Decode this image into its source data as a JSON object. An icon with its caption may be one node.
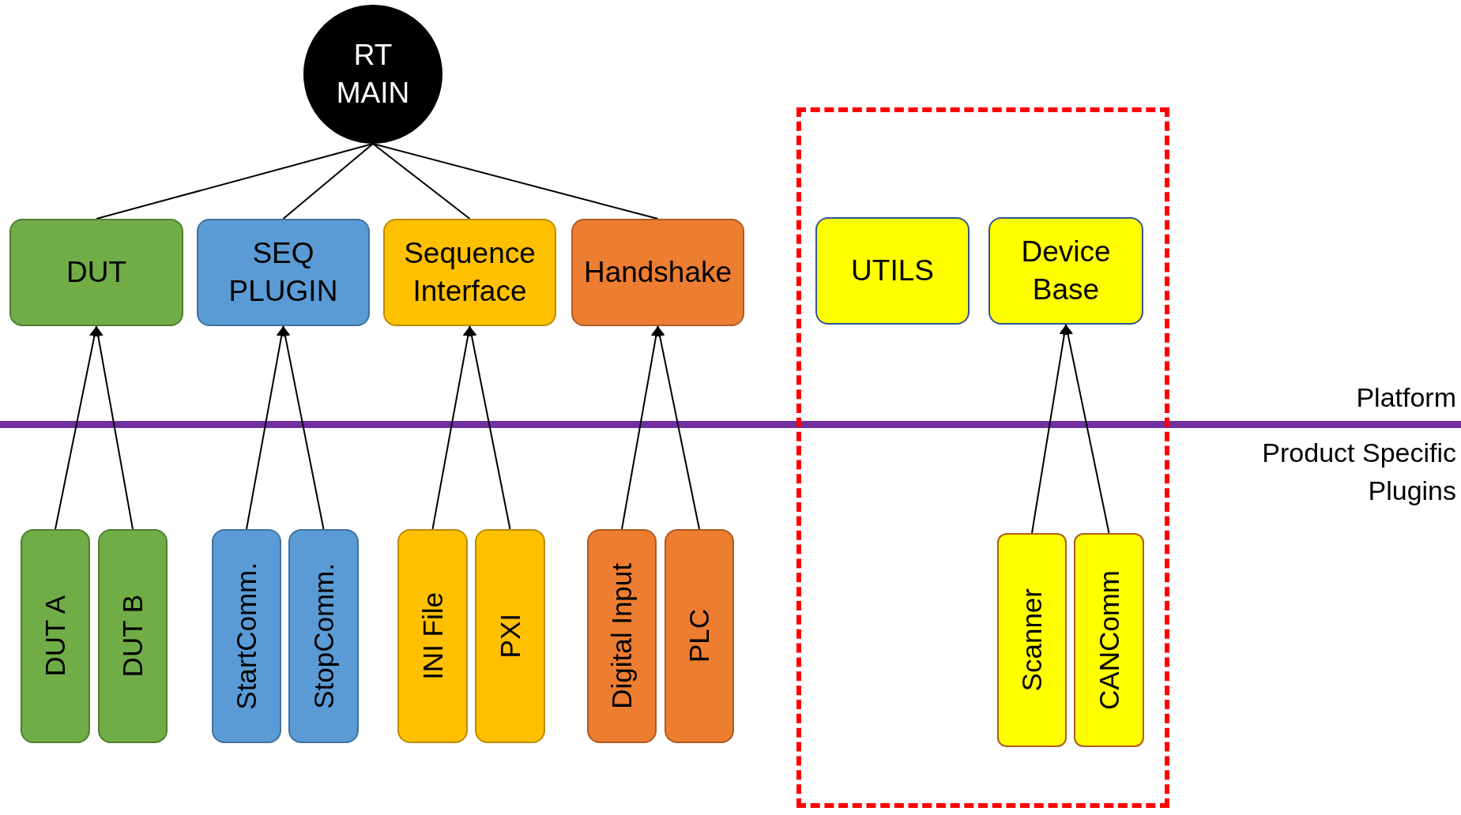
{
  "diagram": {
    "nodes": [
      {
        "text": [
          "RT MAIN"
        ]
      },
      {
        "text": [
          "DUT"
        ]
      },
      {
        "text": [
          "SEQ PLUGIN"
        ]
      },
      {
        "text": [
          "Sequence Interface"
        ]
      },
      {
        "text": [
          "Handshake"
        ]
      },
      {
        "text": [],
        "shape": "box"
      },
      {
        "text": [
          "UTILS"
        ],
        "in": 5
      },
      {
        "text": [
          "Device Base"
        ],
        "in": 5
      },
      {
        "text": [
          "DUT A"
        ]
      },
      {
        "text": [
          "DUT B"
        ]
      },
      {
        "text": [
          "StartComm."
        ]
      },
      {
        "text": [
          "StopComm."
        ]
      },
      {
        "text": [
          "INI File"
        ]
      },
      {
        "text": [
          "PXI"
        ]
      },
      {
        "text": [
          "Digital Input"
        ]
      },
      {
        "text": [
          "PLC"
        ]
      },
      {
        "text": [
          "Scanner"
        ],
        "in": 5
      },
      {
        "text": [
          "CANComm"
        ],
        "in": 5
      }
    ],
    "edges": [
      {
        "from": 0,
        "to": 1,
        "arrow": "none"
      },
      {
        "from": 0,
        "to": 2,
        "arrow": "none"
      },
      {
        "from": 0,
        "to": 3,
        "arrow": "none"
      },
      {
        "from": 0,
        "to": 4,
        "arrow": "none"
      },
      {
        "from": 8,
        "to": 1,
        "arrow": "to"
      },
      {
        "from": 9,
        "to": 1,
        "arrow": "to"
      },
      {
        "from": 10,
        "to": 2,
        "arrow": "to"
      },
      {
        "from": 11,
        "to": 2,
        "arrow": "to"
      },
      {
        "from": 12,
        "to": 3,
        "arrow": "to"
      },
      {
        "from": 13,
        "to": 3,
        "arrow": "to"
      },
      {
        "from": 14,
        "to": 4,
        "arrow": "to"
      },
      {
        "from": 15,
        "to": 4,
        "arrow": "to"
      },
      {
        "from": 16,
        "to": 7,
        "arrow": "to"
      },
      {
        "from": 17,
        "to": 7,
        "arrow": "to"
      }
    ],
    "labels": [
      "Platform",
      "Product Specific Plugins"
    ]
  }
}
